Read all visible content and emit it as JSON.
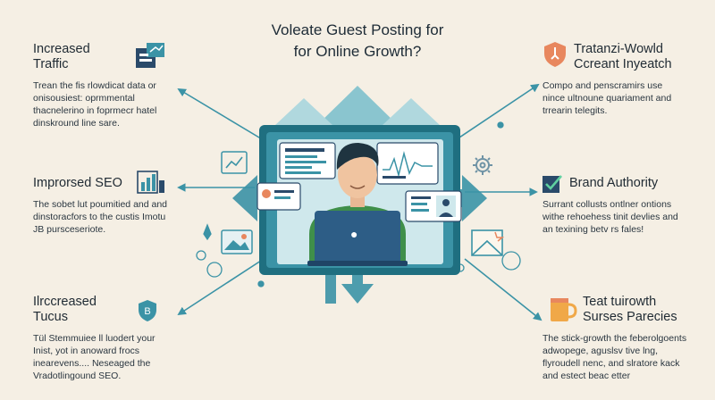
{
  "title": {
    "line1": "Voleate Guest Posting for",
    "line2": "for Online Growth?"
  },
  "left_blocks": [
    {
      "heading": [
        "Increased",
        "Traffic"
      ],
      "body": [
        "Trean the fis rlowdicat data or",
        "onisousiest: oprmmental",
        "thacnelerino in foprmecr hatel",
        "dinskround line sare."
      ],
      "icon": "traffic-chart-icon"
    },
    {
      "heading": [
        "Improrsed SEO"
      ],
      "body": [
        "The sobet lut poumitied and and",
        "dinstoracfors to the custis Imotu",
        "JB pursceseriote."
      ],
      "icon": "seo-bar-chart-icon"
    },
    {
      "heading": [
        "Ilrccreased",
        "Tucus"
      ],
      "body": [
        "Tül Stemmuiee ll luodert your",
        "Inist, yot in anoward frocs",
        "inearevens.... Neseaged the",
        "Vradotlingound SEO."
      ],
      "icon": "shield-icon"
    }
  ],
  "right_blocks": [
    {
      "heading": [
        "Tratanzi-Wowld",
        "Ccreant Inyeatch"
      ],
      "body": [
        "Compo and penscramirs use",
        "nince ultnoune quariament and",
        "trrearin telegits."
      ],
      "icon": "shield-award-icon"
    },
    {
      "heading": [
        "Brand Authority"
      ],
      "body": [
        "Surrant collusts ontlner ontions",
        "withe rehoehess tinit devlies and",
        "an texining betv rs fales!"
      ],
      "icon": "checkbox-icon"
    },
    {
      "heading": [
        "Teat tuirowth",
        "Surses Parecies"
      ],
      "body": [
        "The stick-growth the feberolgoents",
        "adwopege, aguslsv tive lng,",
        "flyroudell nenc, and slratore kack",
        "and estect beac etter"
      ],
      "icon": "coffee-cup-icon"
    }
  ],
  "colors": {
    "background": "#f5efe4",
    "teal": "#3b93a6",
    "dark_teal": "#1f6f80",
    "light_teal": "#a9d6de",
    "navy": "#2a4a6a",
    "orange": "#e8875e",
    "green_shirt": "#3f8f4a",
    "laptop": "#2d5d86"
  },
  "center_icons": [
    "person-with-laptop-icon",
    "apple-logo-icon",
    "chart-screen-icon",
    "document-card-icon",
    "profile-card-icon",
    "gear-icon",
    "envelope-icon",
    "image-icon"
  ]
}
